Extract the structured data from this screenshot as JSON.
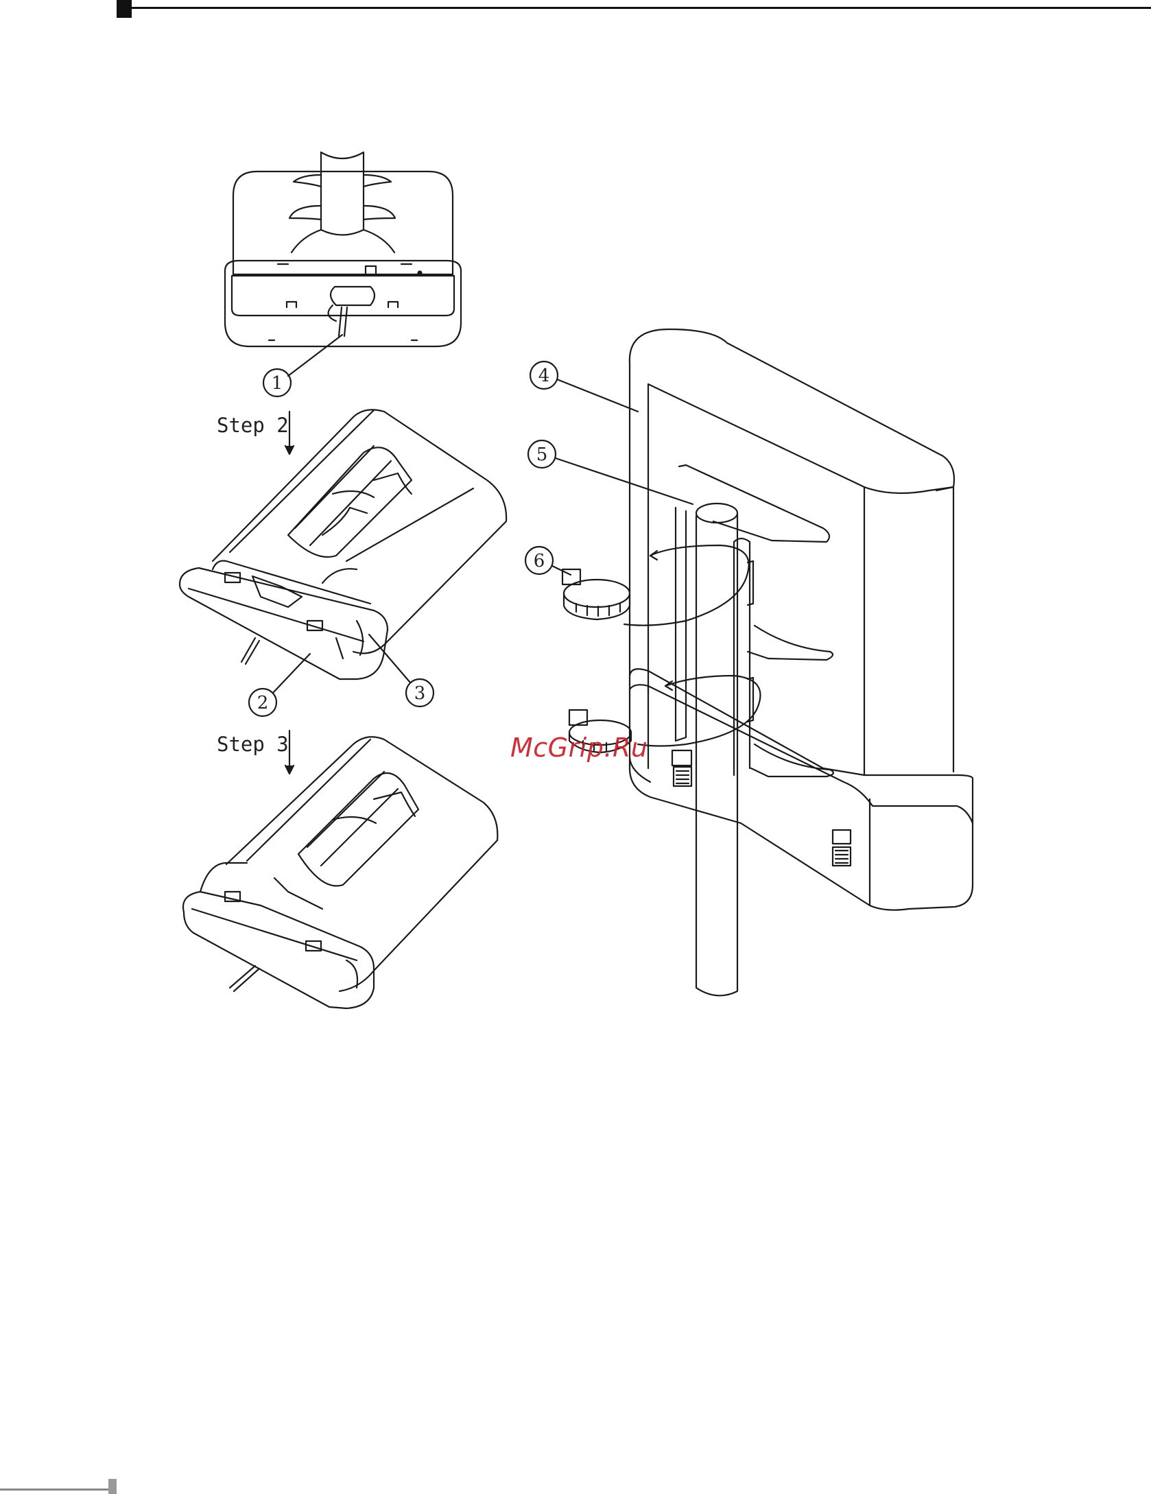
{
  "steps": {
    "step2": "Step 2",
    "step3": "Step 3"
  },
  "callouts": [
    "1",
    "2",
    "3",
    "4",
    "5",
    "6"
  ],
  "watermark": "McGrip.Ru",
  "colors": {
    "line": "#1a1a1a",
    "watermark": "#c8202a"
  }
}
